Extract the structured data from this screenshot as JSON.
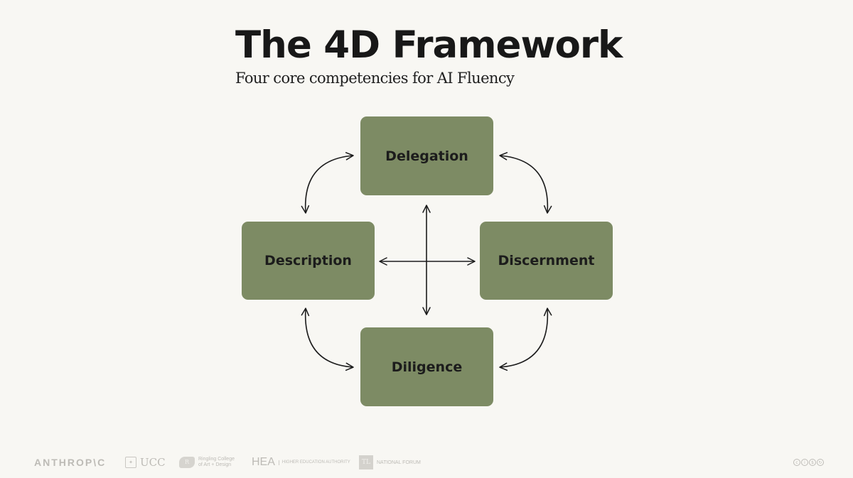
{
  "slide": {
    "title": "The 4D Framework",
    "subtitle": "Four core competencies for AI Fluency"
  },
  "diagram": {
    "nodes": {
      "top": "Delegation",
      "left": "Description",
      "right": "Discernment",
      "bottom": "Diligence"
    },
    "connections": [
      [
        "Delegation",
        "Description"
      ],
      [
        "Delegation",
        "Discernment"
      ],
      [
        "Description",
        "Diligence"
      ],
      [
        "Discernment",
        "Diligence"
      ],
      [
        "Description",
        "Discernment"
      ],
      [
        "Delegation",
        "Diligence"
      ]
    ],
    "node_color": "#7d8b64",
    "background_color": "#f8f7f3"
  },
  "footer": {
    "logos": {
      "anthropic": "ANTHROP\\C",
      "ucc": "UCC",
      "ringling": [
        "Ringling College",
        "of Art + Design"
      ],
      "hea": "HEA",
      "hea_full": [
        "HIGHER EDUCATION AUTHORITY"
      ],
      "national_forum": "NATIONAL FORUM"
    },
    "license_icons": [
      "cc-icon",
      "by-icon",
      "nc-icon",
      "sa-icon"
    ]
  }
}
